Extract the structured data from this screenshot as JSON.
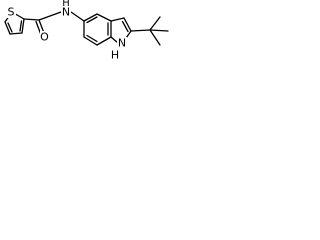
{
  "structure": {
    "atoms": {
      "sulfur": "S",
      "oxygen": "O",
      "amide_nitrogen": "N",
      "amide_hydrogen": "H",
      "indole_nitrogen": "N",
      "indole_hydrogen": "H"
    }
  }
}
